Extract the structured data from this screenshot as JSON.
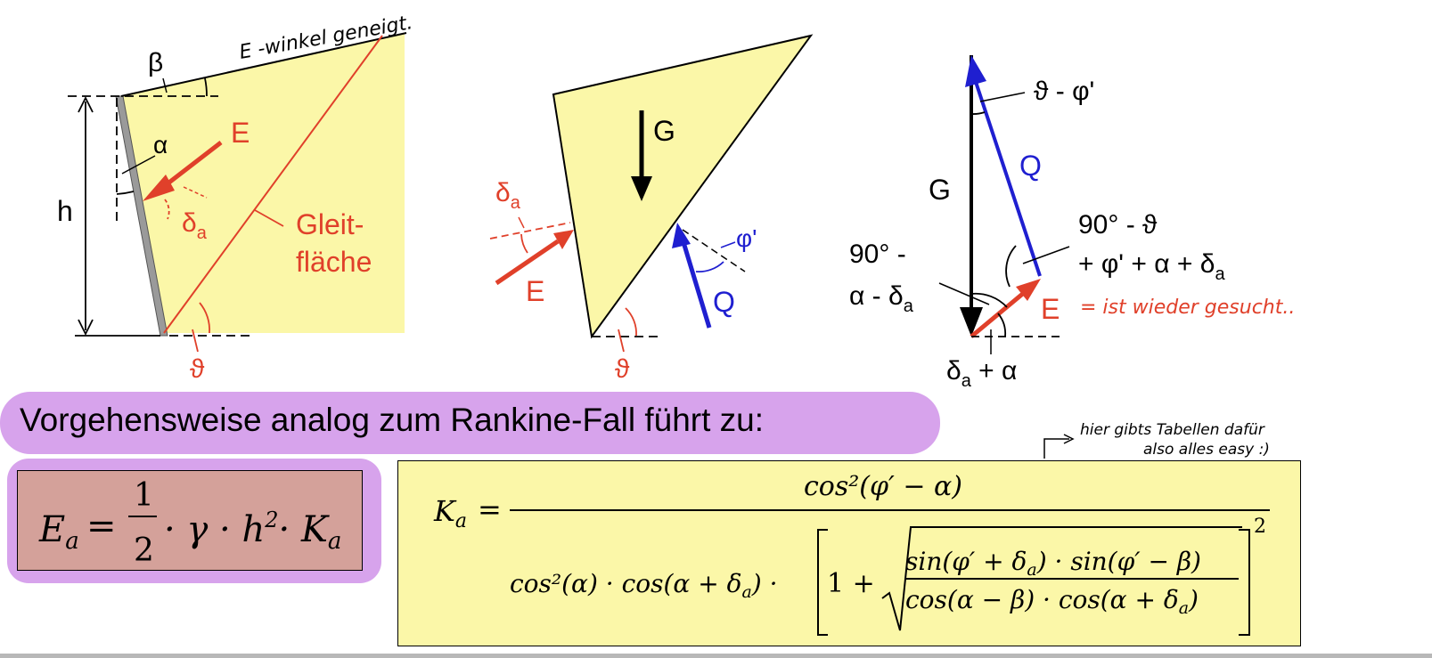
{
  "diagram1": {
    "beta": "β",
    "alpha": "α",
    "h": "h",
    "E": "E",
    "delta_a": "δ",
    "delta_sub": "a",
    "gleit": "Gleit-",
    "flaeche": "fläche",
    "theta": "ϑ",
    "annotation": "E -winkel geneigt."
  },
  "diagram2": {
    "delta_a": "δ",
    "delta_sub": "a",
    "G": "G",
    "E": "E",
    "phi": "φ'",
    "Q": "Q",
    "theta": "ϑ"
  },
  "diagram3": {
    "theta_minus_phi": "ϑ - φ'",
    "Q": "Q",
    "G": "G",
    "right_angle_line1": "90° - ϑ",
    "right_angle_line2": "+ φ' + α + δ",
    "right_angle_sub": "a",
    "left_angle_line1": "90° -",
    "left_angle_line2": "α - δ",
    "left_angle_sub": "a",
    "E": "E",
    "bottom_delta": "δ",
    "bottom_sub": "a",
    "bottom_rest": " + α",
    "annotation_E": "= ist wieder gesucht.."
  },
  "heading": "Vorgehensweise analog zum Rankine-Fall führt zu:",
  "note": {
    "line1": "hier gibts Tabellen dafür",
    "line2": "also alles easy :)"
  },
  "formula_Ea": {
    "lhs": "E",
    "lhs_sub": "a",
    "eq": "=",
    "num": "1",
    "den": "2",
    "rest_a": "· γ · h",
    "sup": "2",
    "rest_b": "· K",
    "rest_sub": "a"
  },
  "formula_Ka": {
    "lhs": "K",
    "lhs_sub": "a",
    "eq": "=",
    "numerator": "cos²(φ′ − α)",
    "den_prefix": "cos²(α) · cos(α + δ",
    "den_prefix_sub": "a",
    "den_prefix_end": ") ·",
    "one_plus": "1 +",
    "root_num": "sin(φ′ + δ",
    "root_num_sub": "a",
    "root_num_end": ") · sin(φ′ − β)",
    "root_den": "cos(α − β) · cos(α + δ",
    "root_den_sub": "a",
    "root_den_end": ")",
    "outer_exp": "2"
  },
  "colors": {
    "wedge_fill": "#fbf7a8",
    "red": "#e0402a",
    "blue": "#1f1fd0",
    "highlight": "#d7a3ec",
    "ea_box": "#d4a19a"
  }
}
